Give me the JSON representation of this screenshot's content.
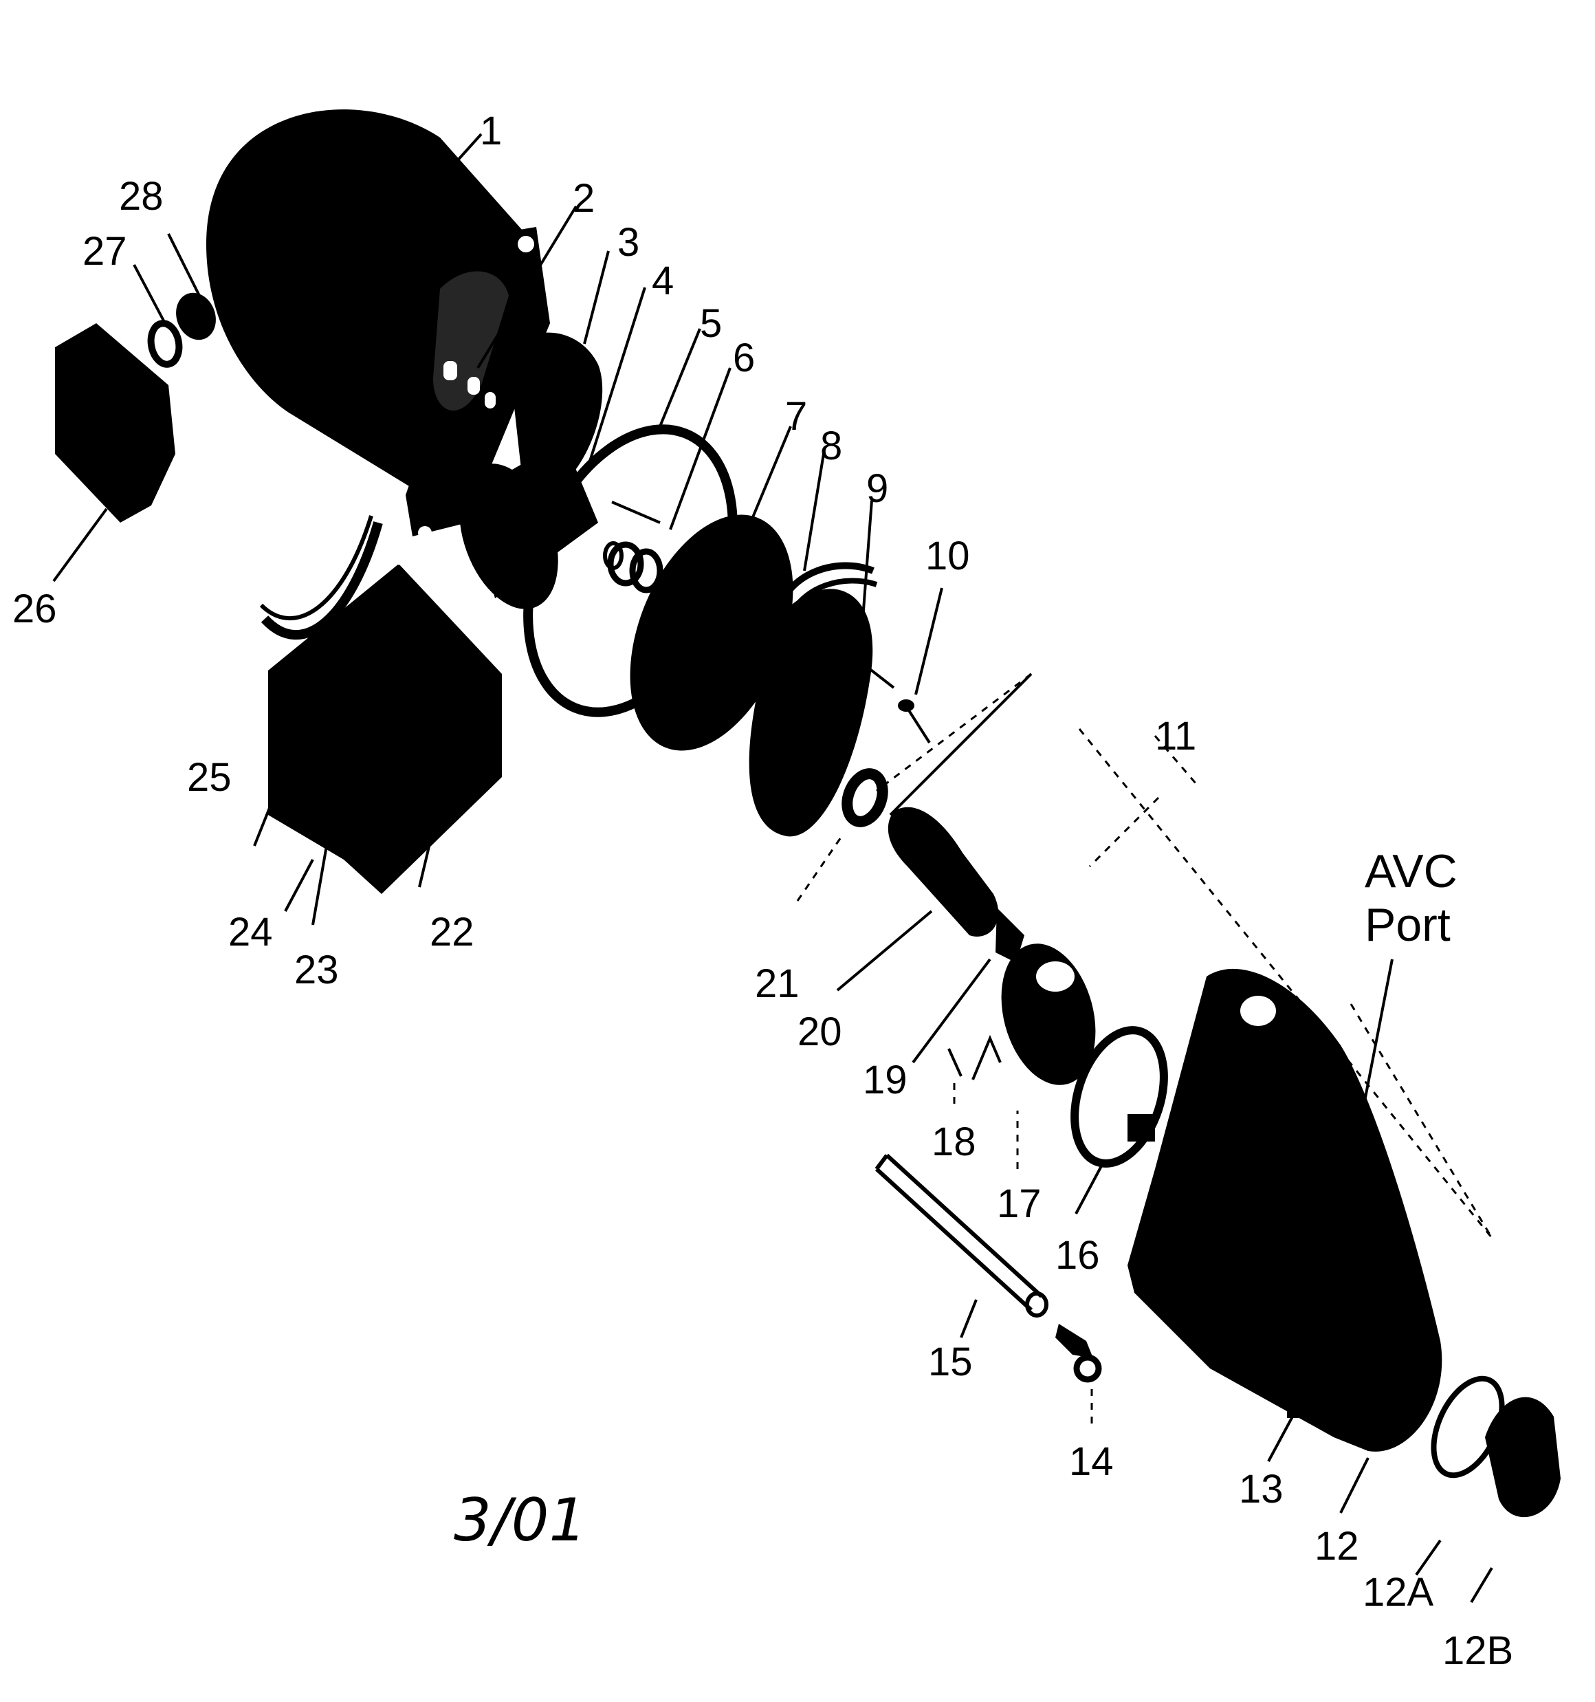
{
  "diagram": {
    "date_stamp": "3/01",
    "callouts": {
      "c1": "1",
      "c2": "2",
      "c3": "3",
      "c4": "4",
      "c5": "5",
      "c6": "6",
      "c7": "7",
      "c8": "8",
      "c9": "9",
      "c10": "10",
      "c11": "11",
      "c12": "12",
      "c12a": "12A",
      "c12b": "12B",
      "c13": "13",
      "c14": "14",
      "c15": "15",
      "c16": "16",
      "c17": "17",
      "c18": "18",
      "c19": "19",
      "c20": "20",
      "c21": "21",
      "c22": "22",
      "c23": "23",
      "c24": "24",
      "c25": "25",
      "c26": "26",
      "c27": "27",
      "c28": "28"
    },
    "avc_port": {
      "line1": "AVC",
      "line2": "Port"
    }
  },
  "colors": {
    "ink": "#000000",
    "paper": "#ffffff"
  }
}
